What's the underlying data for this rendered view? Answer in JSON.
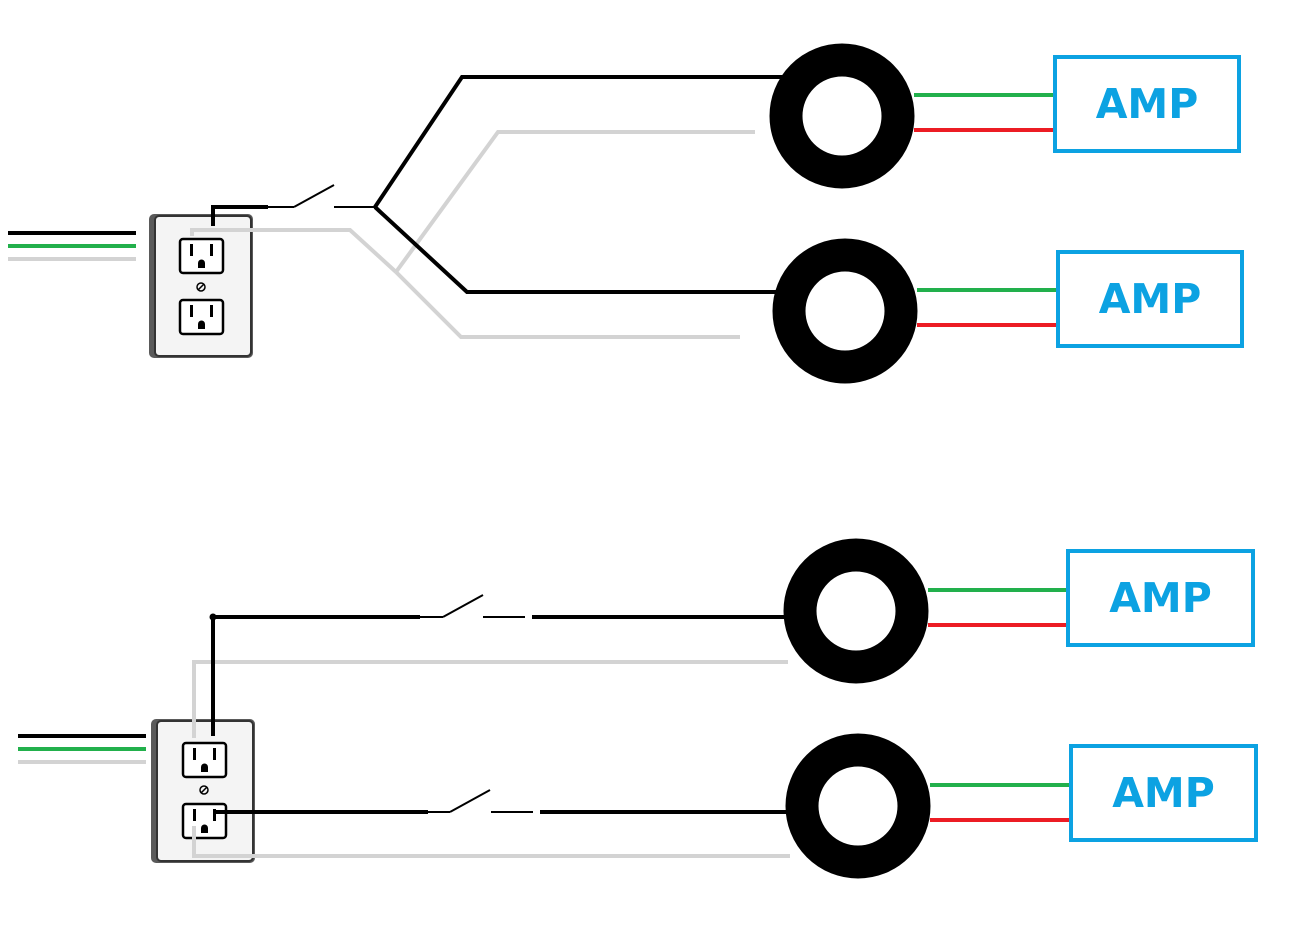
{
  "colors": {
    "hot": "#000000",
    "neutral": "#d3d3d3",
    "ground": "#22b04c",
    "signal_red": "#ec1c24",
    "amp_accent": "#0ca2e2",
    "outlet_plate": "#f4f4f4",
    "coil": "#000000"
  },
  "amps": [
    {
      "label": "AMP"
    },
    {
      "label": "AMP"
    },
    {
      "label": "AMP"
    },
    {
      "label": "AMP"
    }
  ]
}
